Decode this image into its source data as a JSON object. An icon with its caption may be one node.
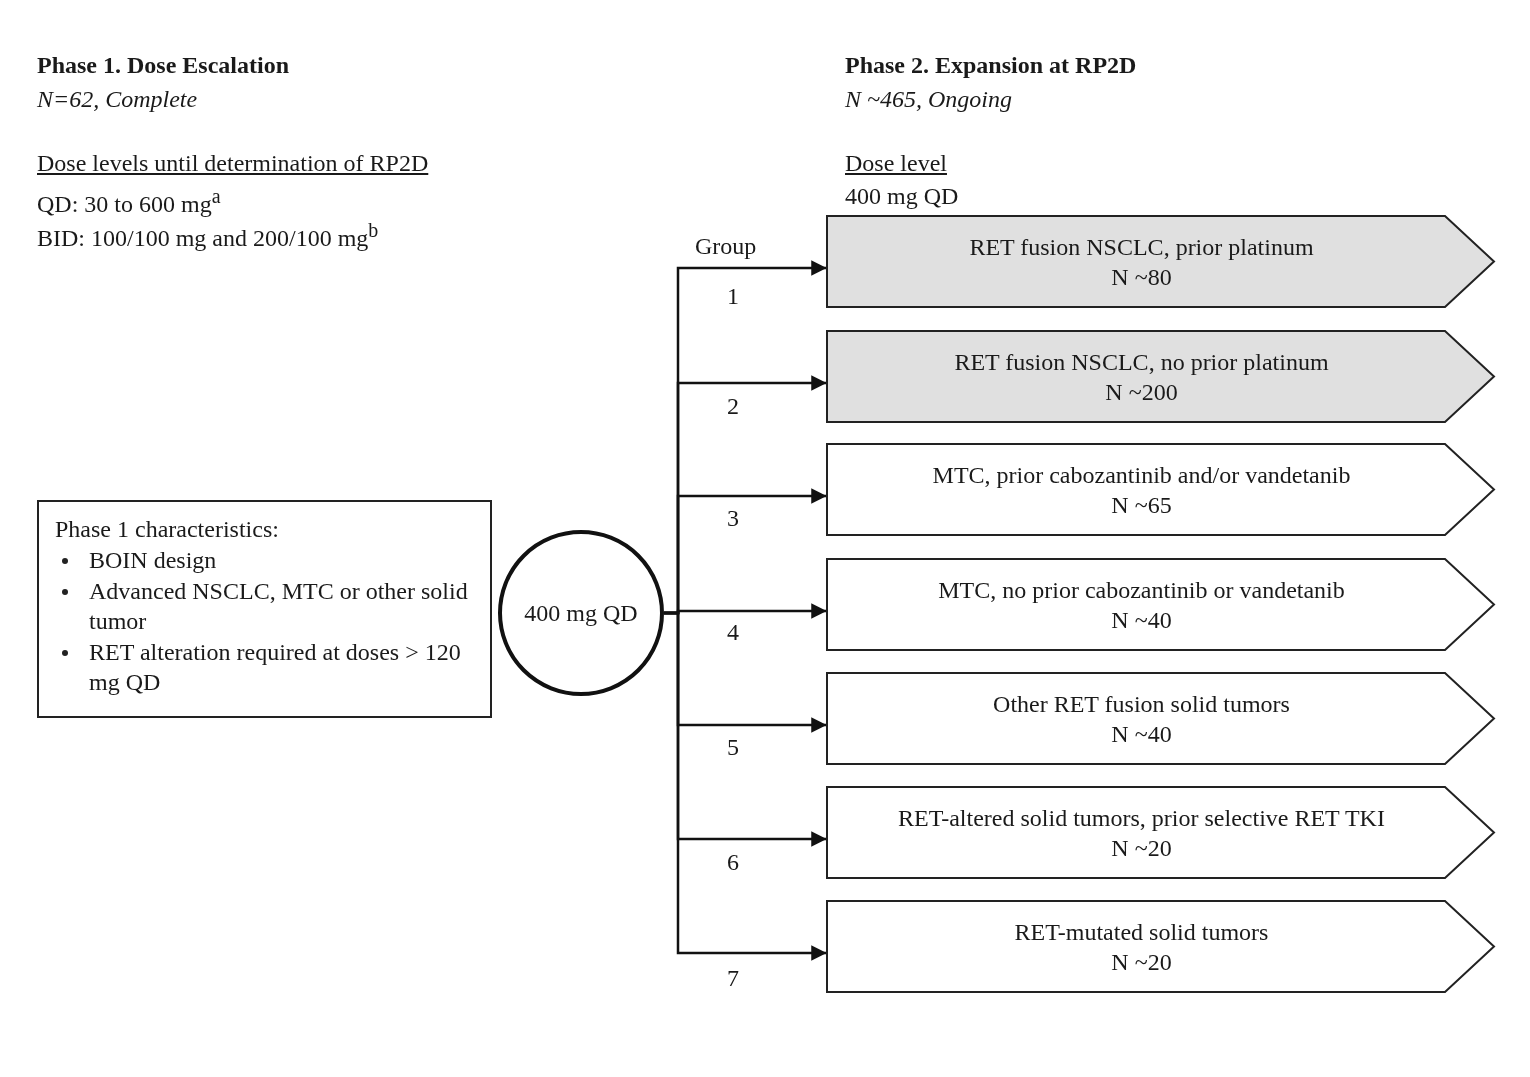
{
  "diagram": {
    "nodes": [
      {
        "text": [
          "Phase 1 characteristics:",
          "BOIN design",
          "Advanced NSCLC, MTC or other solid tumor",
          "RET alteration required at doses > 120 mg QD"
        ]
      },
      {
        "text": [
          "400 mg QD"
        ]
      },
      {
        "text": [
          "RET fusion NSCLC, prior platinum",
          "N ~80"
        ]
      },
      {
        "text": [
          "RET fusion NSCLC, no prior platinum",
          "N ~200"
        ]
      },
      {
        "text": [
          "MTC, prior cabozantinib and/or vandetanib",
          "N ~65"
        ]
      },
      {
        "text": [
          "MTC, no prior cabozantinib or vandetanib",
          "N ~40"
        ]
      },
      {
        "text": [
          "Other RET fusion solid tumors",
          "N ~40"
        ]
      },
      {
        "text": [
          "RET-altered solid tumors, prior selective RET TKI",
          "N ~20"
        ]
      },
      {
        "text": [
          "RET-mutated solid tumors",
          "N ~20"
        ]
      }
    ],
    "edges": [
      {
        "from": 1,
        "to": 2,
        "arrow": "to"
      },
      {
        "from": 1,
        "to": 3,
        "arrow": "to"
      },
      {
        "from": 1,
        "to": 4,
        "arrow": "to"
      },
      {
        "from": 1,
        "to": 5,
        "arrow": "to"
      },
      {
        "from": 1,
        "to": 6,
        "arrow": "to"
      },
      {
        "from": 1,
        "to": 7,
        "arrow": "to"
      },
      {
        "from": 1,
        "to": 8,
        "arrow": "to"
      }
    ],
    "labels": [
      "Phase 1. Dose Escalation",
      "N=62, Complete",
      "Dose levels until determination of RP2D",
      "QD: 30 to 600 mg$^{a}$",
      "BID: 100/100 mg and 200/100 mg$^{b}$",
      "Phase 2. Expansion at RP2D",
      "N ~465, Ongoing",
      "Dose level",
      "400 mg QD",
      "Group",
      "1",
      "2",
      "3",
      "4",
      "5",
      "6",
      "7"
    ]
  }
}
